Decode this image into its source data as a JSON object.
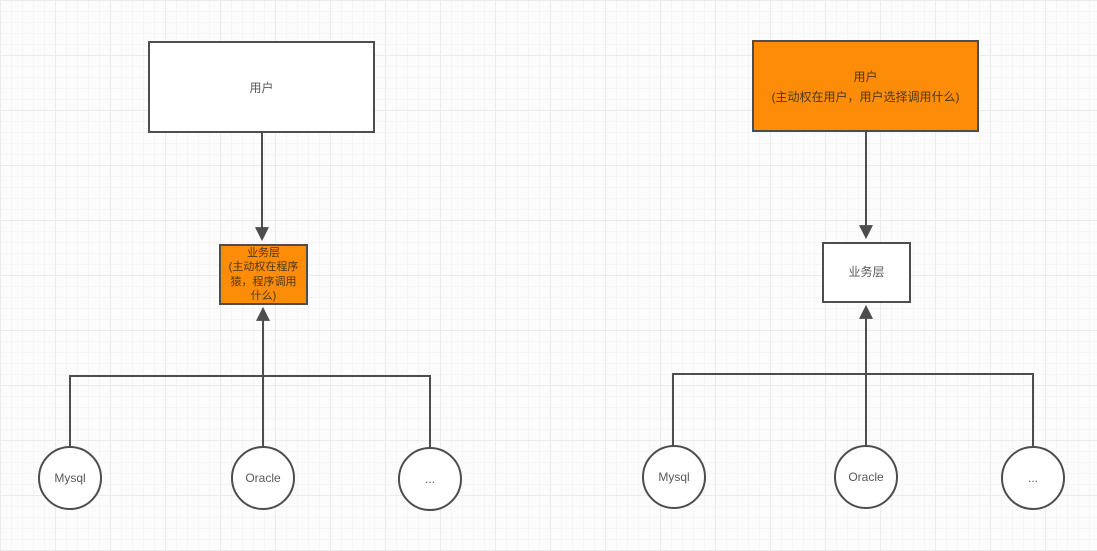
{
  "colors": {
    "highlight_fill": "#FD8D08",
    "shape_fill": "#FFFFFF",
    "shape_border": "#4D4D4D",
    "connector": "#4D4D4D",
    "text": "#595959",
    "text_on_highlight": "#4D3718"
  },
  "left": {
    "user_box": {
      "label": "用户"
    },
    "business_box": {
      "title": "业务层",
      "subtitle": "(主动权在程序猿，程序调用什么)"
    },
    "db_nodes": [
      {
        "label": "Mysql"
      },
      {
        "label": "Oracle"
      },
      {
        "label": "..."
      }
    ]
  },
  "right": {
    "user_box": {
      "title": "用户",
      "subtitle": "(主动权在用户，用户选择调用什么)"
    },
    "business_box": {
      "label": "业务层"
    },
    "db_nodes": [
      {
        "label": "Mysql"
      },
      {
        "label": "Oracle"
      },
      {
        "label": "..."
      }
    ]
  }
}
